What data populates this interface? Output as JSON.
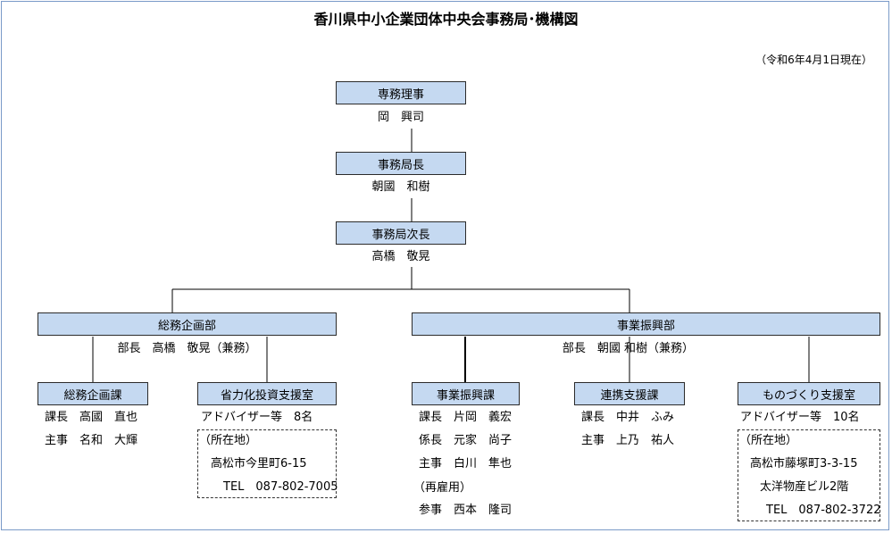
{
  "title": "香川県中小企業団体中央会事務局･機構図",
  "as_of": "（令和6年4月1日現在）",
  "executive_director": {
    "label": "専務理事",
    "name": "岡　興司"
  },
  "secretary_general": {
    "label": "事務局長",
    "name": "朝國　和樹"
  },
  "deputy_secretary_general": {
    "label": "事務局次長",
    "name": "高橋　敬晃"
  },
  "general_affairs_dept": {
    "label": "総務企画部",
    "head": "部長　高橋　敬晃（兼務）",
    "section": {
      "label": "総務企画課",
      "members": [
        "課長　高國　直也",
        "主事　名和　大輝"
      ]
    },
    "office": {
      "label": "省力化投資支援室",
      "advisors": "アドバイザー等　8名",
      "location_label": "（所在地）",
      "address": "高松市今里町6-15",
      "tel": "TEL　087-802-7005"
    }
  },
  "business_promotion_dept": {
    "label": "事業振興部",
    "head": "部長　朝國 和樹（兼務）",
    "section": {
      "label": "事業振興課",
      "members": [
        "課長　片岡　義宏",
        "係長　元家　尚子",
        "主事　白川　隼也",
        "（再雇用）",
        "参事　西本　隆司"
      ]
    },
    "cooperation": {
      "label": "連携支援課",
      "members": [
        "課長　中井　ふみ",
        "主事　上乃　祐人"
      ]
    },
    "monozukuri": {
      "label": "ものづくり支援室",
      "advisors": "アドバイザー等　10名",
      "location_label": "（所在地）",
      "address": "高松市藤塚町3-3-15",
      "building": "太洋物産ビル2階",
      "tel": "TEL　087-802-3722"
    }
  }
}
